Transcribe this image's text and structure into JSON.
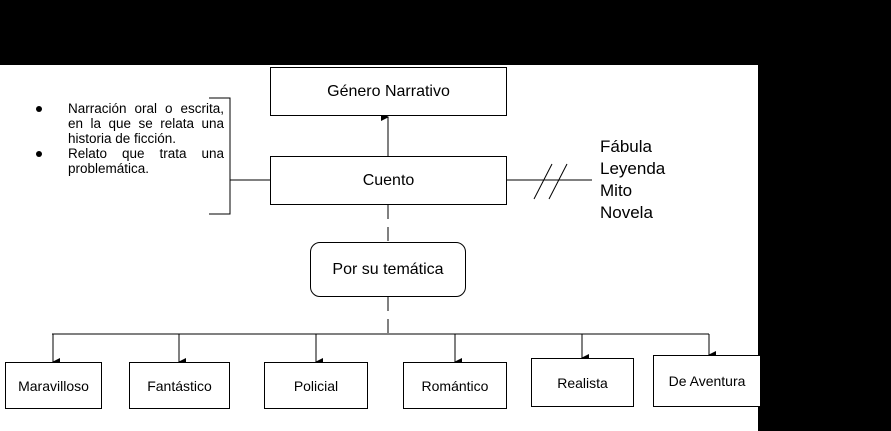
{
  "diagram": {
    "root": {
      "label": "Género Narrativo"
    },
    "center": {
      "label": "Cuento"
    },
    "classifier": {
      "label": "Por su temática"
    },
    "definitions": [
      "Narración oral o escrita, en la que se relata una historia de ficción.",
      "Relato que trata una problemática."
    ],
    "excluded_genres": [
      "Fábula",
      "Leyenda",
      "Mito",
      "Novela"
    ],
    "types": [
      {
        "label": "Maravilloso"
      },
      {
        "label": "Fantástico"
      },
      {
        "label": "Policial"
      },
      {
        "label": "Romántico"
      },
      {
        "label": "Realista"
      },
      {
        "label": "De Aventura"
      }
    ],
    "colors": {
      "line": "#000000",
      "box_fill": "#ffffff",
      "background": "#000000",
      "canvas": "#ffffff"
    }
  }
}
